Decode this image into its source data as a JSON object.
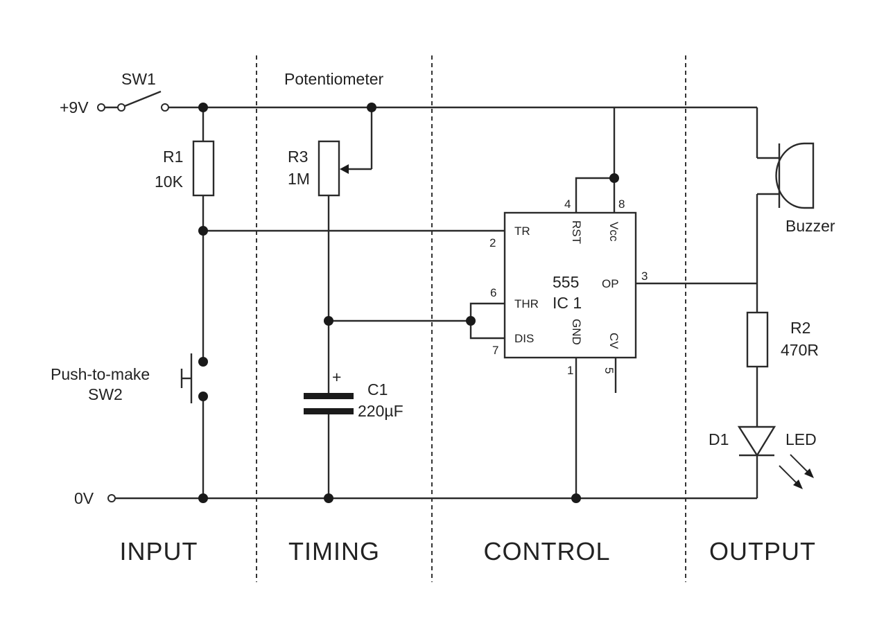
{
  "supply": {
    "positive": "+9V",
    "ground": "0V"
  },
  "sections": [
    "INPUT",
    "TIMING",
    "CONTROL",
    "OUTPUT"
  ],
  "components": {
    "sw1": "SW1",
    "r1": {
      "ref": "R1",
      "value": "10K"
    },
    "sw2": {
      "type": "Push-to-make",
      "ref": "SW2"
    },
    "pot_label": "Potentiometer",
    "r3": {
      "ref": "R3",
      "value": "1M"
    },
    "c1": {
      "ref": "C1",
      "value": "220µF",
      "polarity": "+"
    },
    "ic": {
      "type": "555",
      "ref": "IC 1"
    },
    "buzzer": "Buzzer",
    "r2": {
      "ref": "R2",
      "value": "470R"
    },
    "d1": {
      "ref": "D1",
      "type": "LED"
    }
  },
  "ic_pins": {
    "tr": {
      "num": "2",
      "name": "TR"
    },
    "thr": {
      "num": "6",
      "name": "THR"
    },
    "dis": {
      "num": "7",
      "name": "DIS"
    },
    "rst": {
      "num": "4",
      "name": "RST"
    },
    "vcc": {
      "num": "8",
      "name": "Vcc"
    },
    "op": {
      "num": "3",
      "name": "OP"
    },
    "gnd": {
      "num": "1",
      "name": "GND"
    },
    "cv": {
      "num": "5",
      "name": "CV"
    }
  }
}
